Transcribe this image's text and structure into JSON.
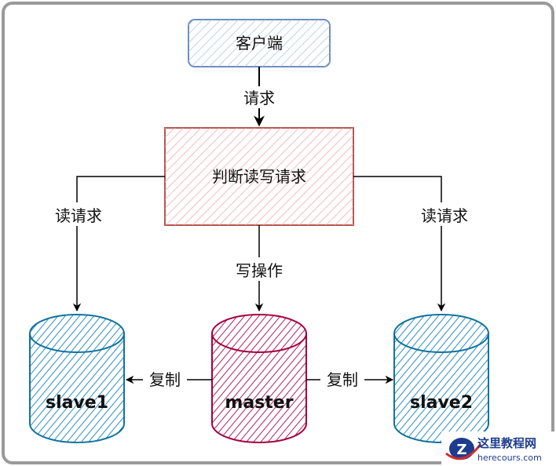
{
  "nodes": {
    "client": "客户端",
    "judge": "判断读写请求",
    "slave1": "slave1",
    "master": "master",
    "slave2": "slave2"
  },
  "edges": {
    "request": "请求",
    "read_left": "读请求",
    "read_right": "读请求",
    "write": "写操作",
    "replicate_left": "复制",
    "replicate_right": "复制"
  },
  "watermark": {
    "title": "这里教程网",
    "url": "herecours.com"
  },
  "colors": {
    "client_stroke": "#6c8ebf",
    "judge_stroke": "#b85450",
    "slave_stroke": "#10739e",
    "master_stroke": "#a50040"
  }
}
